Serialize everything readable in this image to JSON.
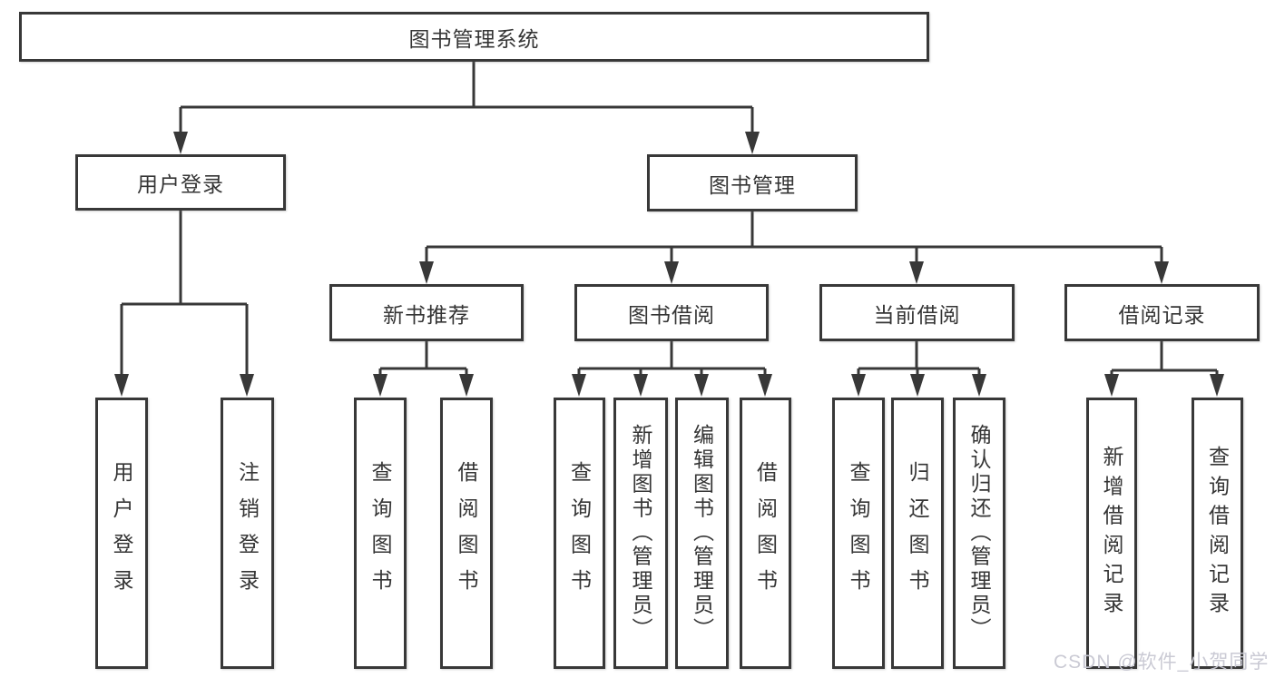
{
  "diagram": {
    "type": "hierarchy-tree",
    "line_color": "#383838",
    "text_color": "#353535",
    "watermark_color": "#c7c7d2",
    "root": {
      "label": "图书管理系统"
    },
    "branches": [
      {
        "label": "用户登录",
        "children": [
          {
            "label": "用户登录"
          },
          {
            "label": "注销登录"
          }
        ]
      },
      {
        "label": "图书管理",
        "children": [
          {
            "label": "新书推荐",
            "children": [
              {
                "label": "查询图书"
              },
              {
                "label": "借阅图书"
              }
            ]
          },
          {
            "label": "图书借阅",
            "children": [
              {
                "label": "查询图书"
              },
              {
                "label": "新增图书（管理员）"
              },
              {
                "label": "编辑图书（管理员）"
              },
              {
                "label": "借阅图书"
              }
            ]
          },
          {
            "label": "当前借阅",
            "children": [
              {
                "label": "查询图书"
              },
              {
                "label": "归还图书"
              },
              {
                "label": "确认归还（管理员）"
              }
            ]
          },
          {
            "label": "借阅记录",
            "children": [
              {
                "label": "新增借阅记录"
              },
              {
                "label": "查询借阅记录"
              }
            ]
          }
        ]
      }
    ],
    "watermark": "CSDN @软件_小贺同学"
  }
}
